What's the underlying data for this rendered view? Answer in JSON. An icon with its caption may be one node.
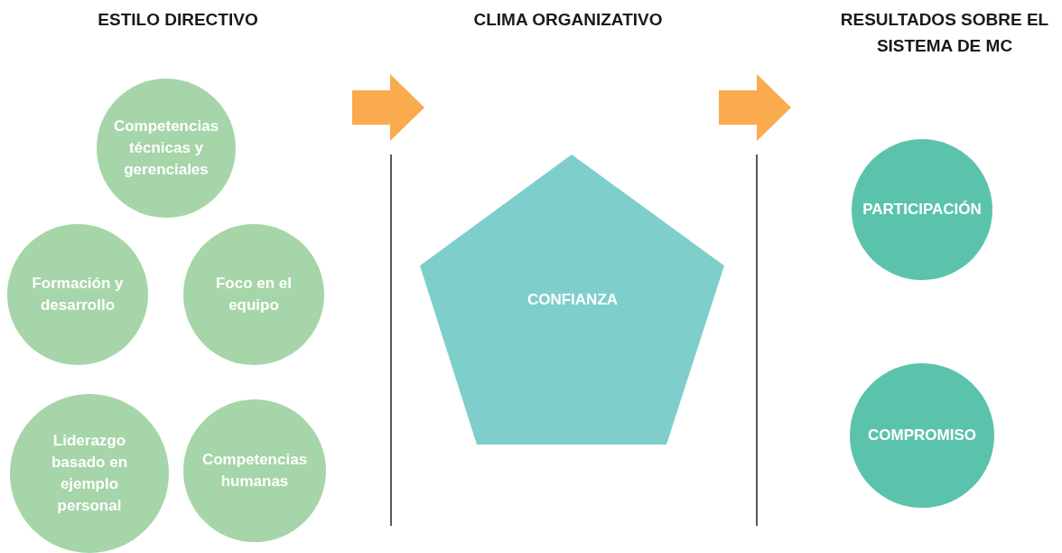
{
  "diagram": {
    "nodes": [
      {
        "text": [
          "Competencias técnicas y gerenciales"
        ]
      },
      {
        "text": [
          "Formación y desarrollo"
        ]
      },
      {
        "text": [
          "Foco en el equipo"
        ]
      },
      {
        "text": [
          "Liderazgo basado en ejemplo personal"
        ]
      },
      {
        "text": [
          "Competencias humanas"
        ]
      },
      {
        "text": [
          "CONFIANZA"
        ]
      },
      {
        "text": [
          "PARTICIPACIÓN"
        ]
      },
      {
        "text": [
          "COMPROMISO"
        ]
      }
    ],
    "edges": [],
    "labels": [
      "ESTILO DIRECTIVO",
      "CLIMA ORGANIZATIVO",
      "RESULTADOS SOBRE EL SISTEMA DE MC"
    ]
  }
}
